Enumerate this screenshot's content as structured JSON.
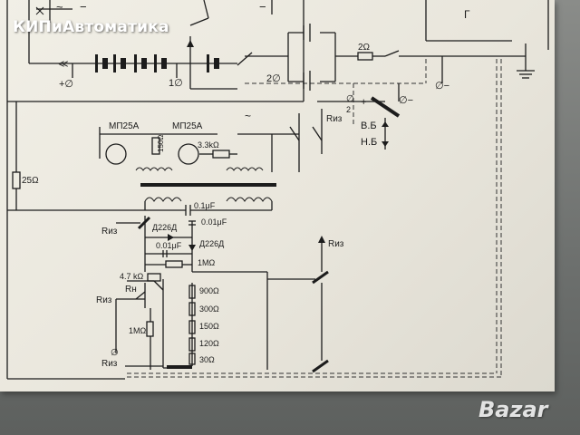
{
  "watermark": "КИПиАвтоматика",
  "logo": "Bazar",
  "labels": {
    "top_tilde": "~",
    "top_minus": "−",
    "top_minus_r": "−",
    "top_g": "Г",
    "plus_zero": "+∅",
    "one_zero": "1∅",
    "two_zero": "2∅",
    "res_2ohm": "2Ω",
    "zero_minus": "∅−",
    "zero_top": "∅",
    "two_small": "2",
    "plus_sign": "+",
    "zero_right": "∅−",
    "tr1": "МП25А",
    "tr2": "МП25А",
    "res_150": "150Ω",
    "res_3k3": "3.3kΩ",
    "tilde_mid": "~",
    "riz_1": "Rиз",
    "vb": "В.Б",
    "nb": "Н.Б",
    "res_25": "25Ω",
    "cap_01a": "0.1μF",
    "riz_2": "Rиз",
    "diode_a": "Д226Д",
    "cap_001": "0.01μF",
    "cap_01b": "0.01μF",
    "diode_b": "Д226Д",
    "res_1m_a": "1MΩ",
    "riz_3": "Rиз",
    "res_47k": "4.7 kΩ",
    "riz_4": "Rиз",
    "rn": "Rн",
    "res_1m_b": "1MΩ",
    "zero_bottom": "∅",
    "riz_5": "Rиз",
    "r900": "900Ω",
    "r300": "300Ω",
    "r150": "150Ω",
    "r120": "120Ω",
    "r30": "30Ω"
  }
}
